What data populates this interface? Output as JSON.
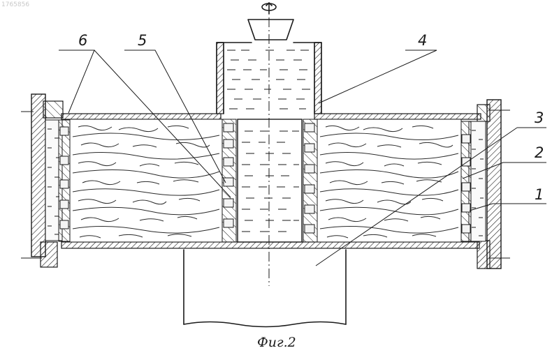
{
  "doc_number": "1765856",
  "caption": "Фиг.2",
  "callouts": [
    "1",
    "2",
    "3",
    "4",
    "5",
    "6"
  ]
}
